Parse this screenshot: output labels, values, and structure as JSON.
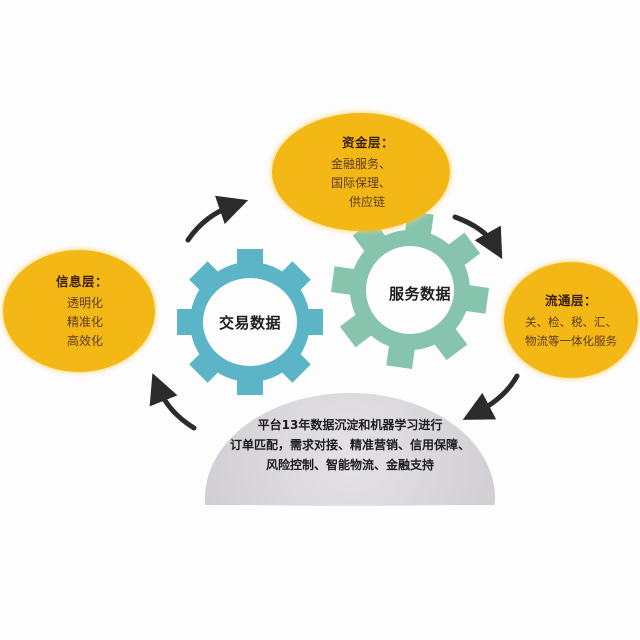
{
  "colors": {
    "background": "#fdfdfe",
    "layer_fill": "#f4b816",
    "gear_trade": "#5bb5c6",
    "gear_service": "#86c4ae",
    "arrow": "#2b2b2b",
    "dome": "#d6d4d8"
  },
  "layers": {
    "funds": {
      "title": "资金层：",
      "lines": [
        "金融服务、",
        "国际保理、",
        "供应链"
      ]
    },
    "info": {
      "title": "信息层：",
      "lines": [
        "透明化",
        "精准化",
        "高效化"
      ]
    },
    "logistics": {
      "title": "流通层：",
      "lines": [
        "关、检、税、汇、",
        "物流等一体化服务"
      ]
    }
  },
  "gears": {
    "trade": {
      "label": "交易数据",
      "icon": "gear-icon"
    },
    "service": {
      "label": "服务数据",
      "icon": "gear-icon"
    }
  },
  "platform": {
    "lines": [
      "平台13年数据沉淀和机器学习进行",
      "订单匹配，需求对接、精准营销、信用保障、",
      "风险控制、智能物流、金融支持"
    ]
  },
  "arrows": [
    {
      "name": "arrow-info-to-funds",
      "direction": "clockwise"
    },
    {
      "name": "arrow-funds-to-logistics",
      "direction": "clockwise"
    },
    {
      "name": "arrow-logistics-to-platform",
      "direction": "clockwise"
    },
    {
      "name": "arrow-platform-to-info",
      "direction": "clockwise"
    }
  ]
}
